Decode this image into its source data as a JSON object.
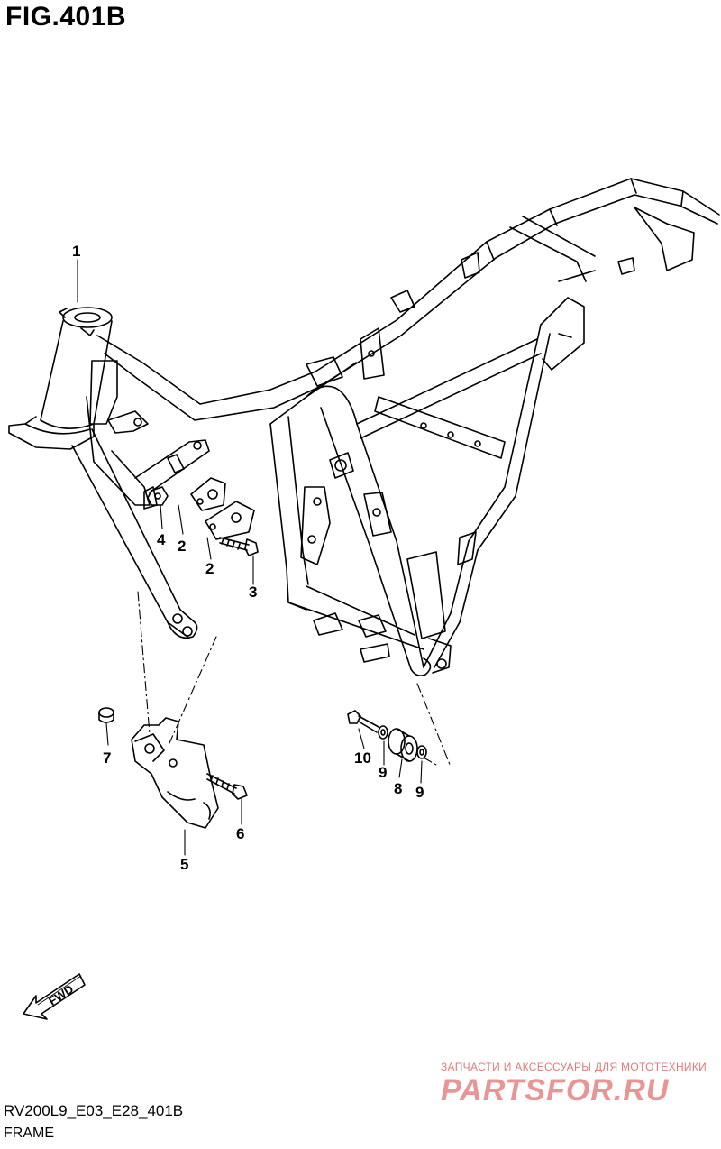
{
  "figure": {
    "title": "FIG.401B"
  },
  "callouts": [
    {
      "num": "1"
    },
    {
      "num": "2"
    },
    {
      "num": "2"
    },
    {
      "num": "3"
    },
    {
      "num": "4"
    },
    {
      "num": "5"
    },
    {
      "num": "6"
    },
    {
      "num": "7"
    },
    {
      "num": "8"
    },
    {
      "num": "9"
    },
    {
      "num": "9"
    },
    {
      "num": "10"
    }
  ],
  "direction_arrow": {
    "label": "FWD",
    "icon": "fwd-arrow-icon"
  },
  "footer": {
    "code": "RV200L9_E03_E28_401B",
    "caption": "FRAME"
  },
  "watermark": {
    "subtitle": "ЗАПЧАСТИ И АКСЕССУАРЫ ДЛЯ МОТОТЕХНИКИ",
    "logo": "PARTSFOR.RU",
    "color": "#e89595"
  }
}
